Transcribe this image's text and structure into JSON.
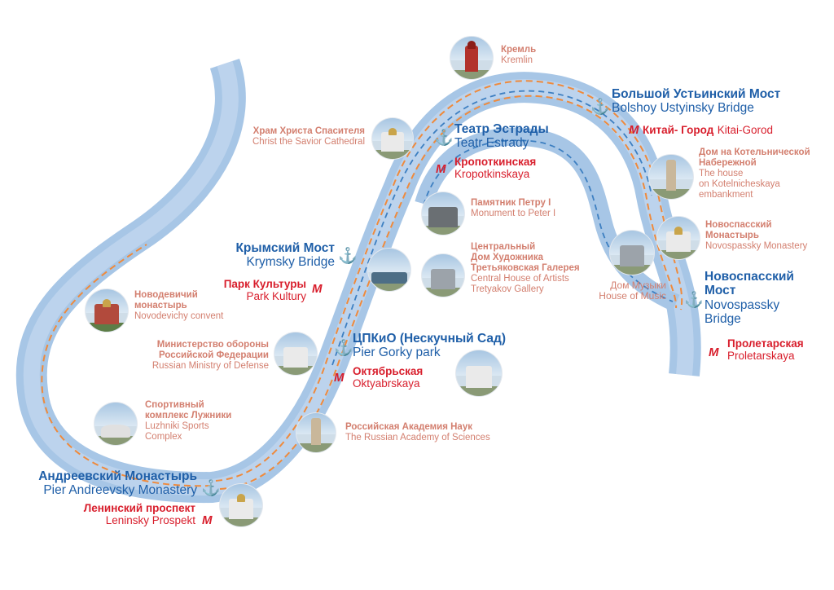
{
  "colors": {
    "river": "#a7c6e6",
    "river_inner": "#cddff2",
    "route_orange": "#ef8a3c",
    "route_blue": "#3d7fc1",
    "pier_text": "#1f5fa8",
    "metro_text": "#d81e2c",
    "sight_text": "#d37f6f"
  },
  "metro_symbol": "M",
  "anchor_symbol": "⚓",
  "piers": [
    {
      "ru": "Большой Устьинский Мост",
      "en": "Bolshoy Ustyinsky Bridge"
    },
    {
      "ru": "Театр Эстрады",
      "en": "Teatr Estrady"
    },
    {
      "ru": "Крымский Мост",
      "en": "Krymsky Bridge"
    },
    {
      "ru": "Новоспасский Мост",
      "en": "Novospassky Bridge"
    },
    {
      "ru": "ЦПКиО (Нескучный Сад)",
      "en": "Pier Gorky park"
    },
    {
      "ru": "Андреевский Монастырь",
      "en": "Pier Andreevsky Monastery"
    }
  ],
  "metro": [
    {
      "ru": "Китай- Город",
      "en": "Kitai-Gorod"
    },
    {
      "ru": "Кропоткинская",
      "en": "Kropotkinskaya"
    },
    {
      "ru": "Парк Культуры",
      "en": "Park Kultury"
    },
    {
      "ru": "Пролетарская",
      "en": "Proletarskaya"
    },
    {
      "ru": "Октябрьская",
      "en": "Oktyabrskaya"
    },
    {
      "ru": "Ленинский проспект",
      "en": "Leninsky Prospekt"
    }
  ],
  "sights": [
    {
      "ru": "Кремль",
      "en": "Kremlin"
    },
    {
      "ru": "Храм Христа Спасителя",
      "en": "Christ the Savior Cathedral"
    },
    {
      "ru1": "Дом на Котельнической",
      "ru2": "Набережной",
      "en1": "The house",
      "en2": "on Kotelnicheskaya",
      "en3": "embankment"
    },
    {
      "ru": "Памятник Петру I",
      "en": "Monument to Peter I"
    },
    {
      "ru1": "Новоспасский",
      "ru2": "Монастырь",
      "en": "Novospassky Monastery"
    },
    {
      "ru1": "Центральный",
      "ru2": "Дом Художника",
      "ru3": "Третьяковская Галерея",
      "en1": "Central House of Artists",
      "en2": "Tretyakov Gallery"
    },
    {
      "ru": "Дом Музыки",
      "en": "House of Music"
    },
    {
      "ru1": "Новодевичий",
      "ru2": "монастырь",
      "en": "Novodevichy convent"
    },
    {
      "ru1": "Министерство обороны",
      "ru2": "Российской Федерации",
      "en": "Russian Ministry of Defense"
    },
    {
      "ru1": "Спортивный",
      "ru2": "комплекс Лужники",
      "en1": "Luzhniki Sports",
      "en2": "Complex"
    },
    {
      "ru": "Российская Академия Наук",
      "en": "The Russian Academy of Sciences"
    }
  ]
}
